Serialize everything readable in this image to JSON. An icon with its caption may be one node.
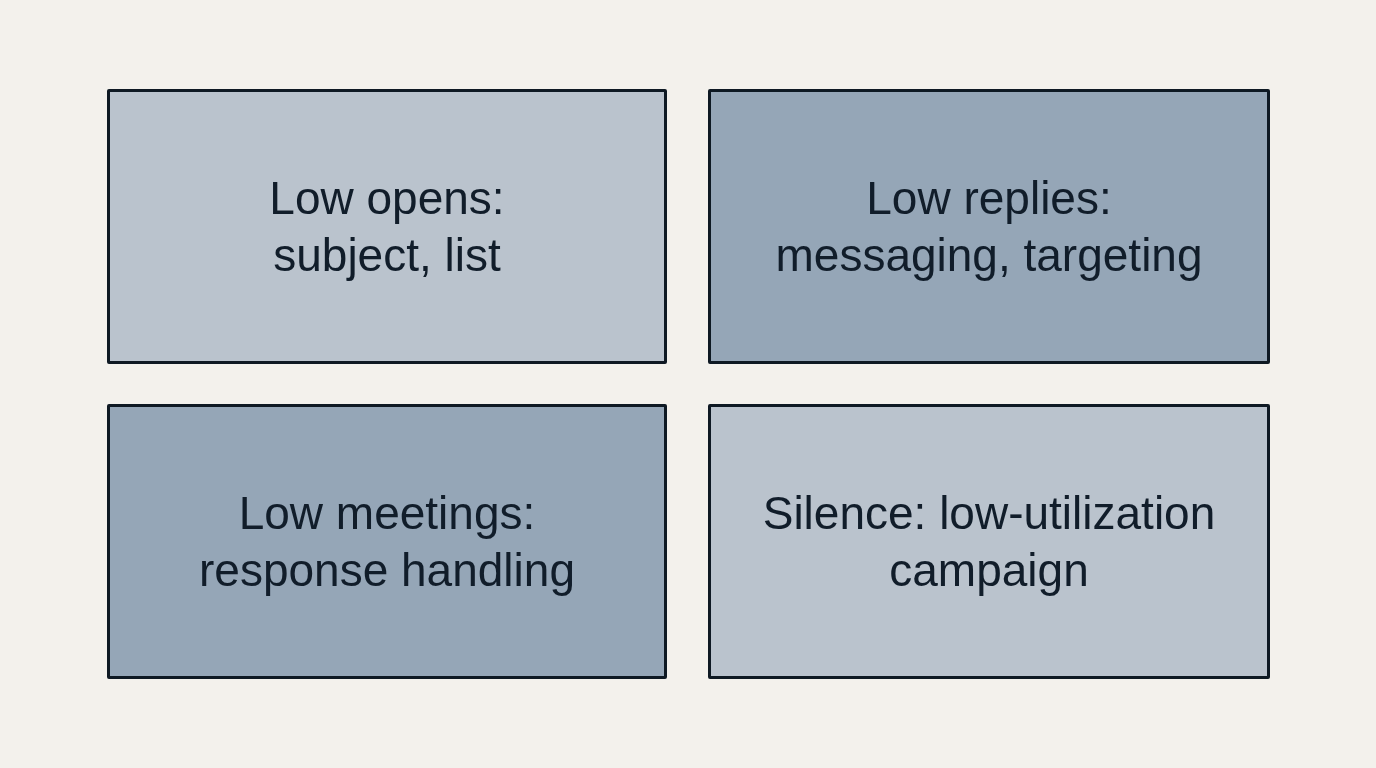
{
  "diagram": {
    "nodes": [
      {
        "text": [
          "Low opens: subject, list"
        ]
      },
      {
        "text": [
          "Low replies: messaging, targeting"
        ]
      },
      {
        "text": [
          "Low meetings: response handling"
        ]
      },
      {
        "text": [
          "Silence: low-utilization campaign"
        ]
      }
    ]
  }
}
